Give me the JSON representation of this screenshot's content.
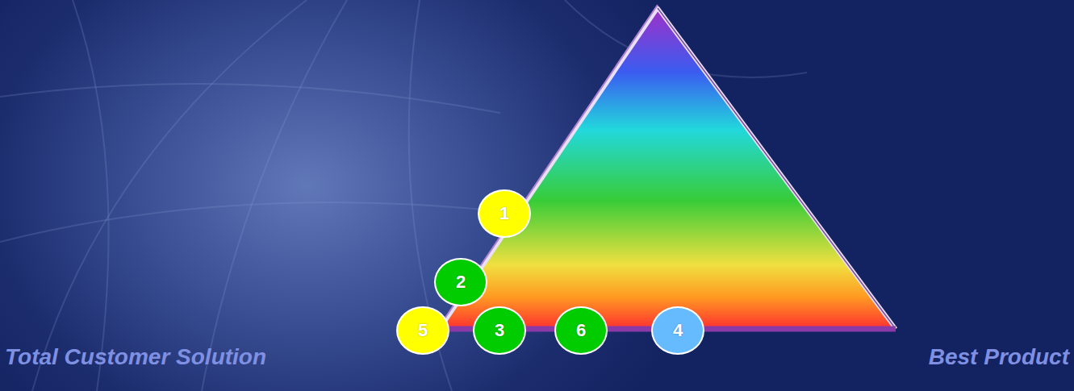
{
  "diagram": {
    "nodes": [
      {
        "text": [
          "1"
        ]
      },
      {
        "text": [
          "2"
        ]
      },
      {
        "text": [
          "5"
        ]
      },
      {
        "text": [
          "3"
        ]
      },
      {
        "text": [
          "6"
        ]
      },
      {
        "text": [
          "4"
        ]
      }
    ],
    "labels": [
      "Total Customer Solution",
      "Best Product"
    ]
  }
}
